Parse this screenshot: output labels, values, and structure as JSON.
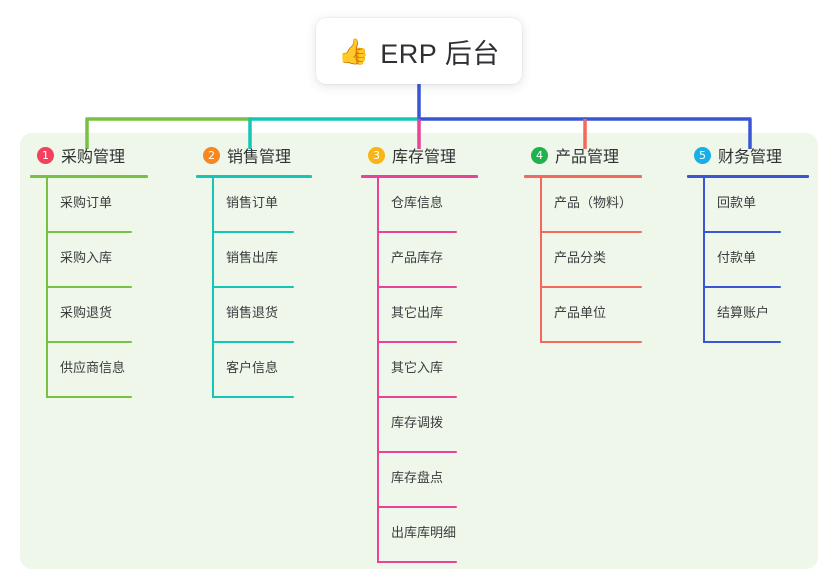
{
  "root": {
    "icon": "thumbs-up-icon",
    "emoji": "👍",
    "title": "ERP 后台"
  },
  "panel": {
    "background_color": "#eef7e9"
  },
  "branches": [
    {
      "index": "1",
      "label": "采购管理",
      "badge_color": "#f2405d",
      "line_color": "#78c143",
      "connector_color": "#78c143",
      "items": [
        "采购订单",
        "采购入库",
        "采购退货",
        "供应商信息"
      ]
    },
    {
      "index": "2",
      "label": "销售管理",
      "badge_color": "#f7871f",
      "line_color": "#15c5b6",
      "connector_color": "#15c5b6",
      "items": [
        "销售订单",
        "销售出库",
        "销售退货",
        "客户信息"
      ]
    },
    {
      "index": "3",
      "label": "库存管理",
      "badge_color": "#f8b517",
      "line_color": "#e84397",
      "connector_color": "#e84397",
      "items": [
        "仓库信息",
        "产品库存",
        "其它出库",
        "其它入库",
        "库存调拨",
        "库存盘点",
        "出库库明细"
      ]
    },
    {
      "index": "4",
      "label": "产品管理",
      "badge_color": "#22b14c",
      "line_color": "#f4685e",
      "connector_color": "#f4685e",
      "items": [
        "产品（物料）",
        "产品分类",
        "产品单位"
      ]
    },
    {
      "index": "5",
      "label": "财务管理",
      "badge_color": "#19aee5",
      "line_color": "#3a56d4",
      "connector_color": "#3a56d4",
      "items": [
        "回款单",
        "付款单",
        "结算账户"
      ]
    }
  ],
  "trunk": {
    "color": "#3a56d4",
    "segments": [
      {
        "color": "#78c143",
        "from": 87,
        "to": 250
      },
      {
        "color": "#15c5b6",
        "from": 250,
        "to": 419
      },
      {
        "color": "#3a56d4",
        "from": 419,
        "to": 750
      }
    ]
  }
}
